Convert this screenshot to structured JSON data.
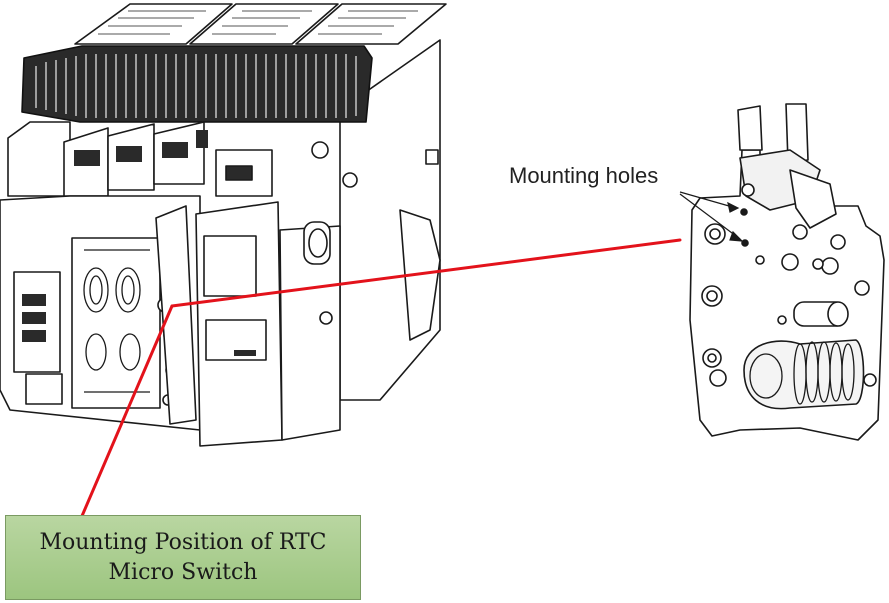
{
  "labels": {
    "mounting_holes": "Mounting holes"
  },
  "callout": {
    "line1": "Mounting Position of RTC",
    "line2": "Micro Switch"
  },
  "colors": {
    "leader_line": "#e3121b",
    "callout_fill": "#a9cd8e",
    "callout_border": "#7a9a62",
    "drawing_stroke": "#1a1a1a"
  },
  "icons": {
    "left_drawing": "circuit-breaker-drawing",
    "right_drawing": "mechanism-plate-detail-drawing"
  }
}
